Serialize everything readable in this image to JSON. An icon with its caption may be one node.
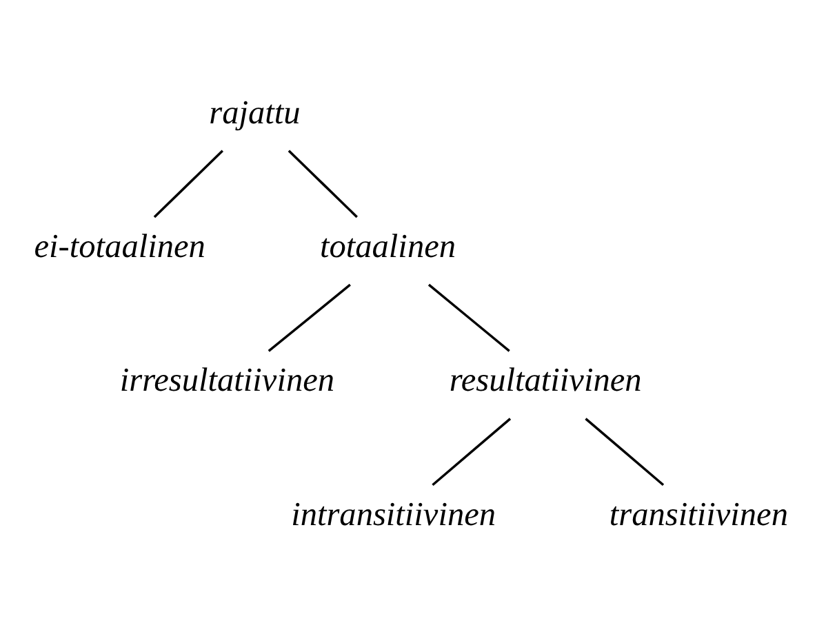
{
  "diagram": {
    "nodes": [
      {
        "text": [
          "rajattu"
        ]
      },
      {
        "text": [
          "ei-totaalinen"
        ]
      },
      {
        "text": [
          "totaalinen"
        ]
      },
      {
        "text": [
          "irresultatiivinen"
        ]
      },
      {
        "text": [
          "resultatiivinen"
        ]
      },
      {
        "text": [
          "intransitiivinen"
        ]
      },
      {
        "text": [
          "transitiivinen"
        ]
      }
    ],
    "edges": [
      {
        "from": 0,
        "to": 1,
        "arrow": "none"
      },
      {
        "from": 0,
        "to": 2,
        "arrow": "none"
      },
      {
        "from": 2,
        "to": 3,
        "arrow": "none"
      },
      {
        "from": 2,
        "to": 4,
        "arrow": "none"
      },
      {
        "from": 4,
        "to": 5,
        "arrow": "none"
      },
      {
        "from": 4,
        "to": 6,
        "arrow": "none"
      }
    ]
  }
}
